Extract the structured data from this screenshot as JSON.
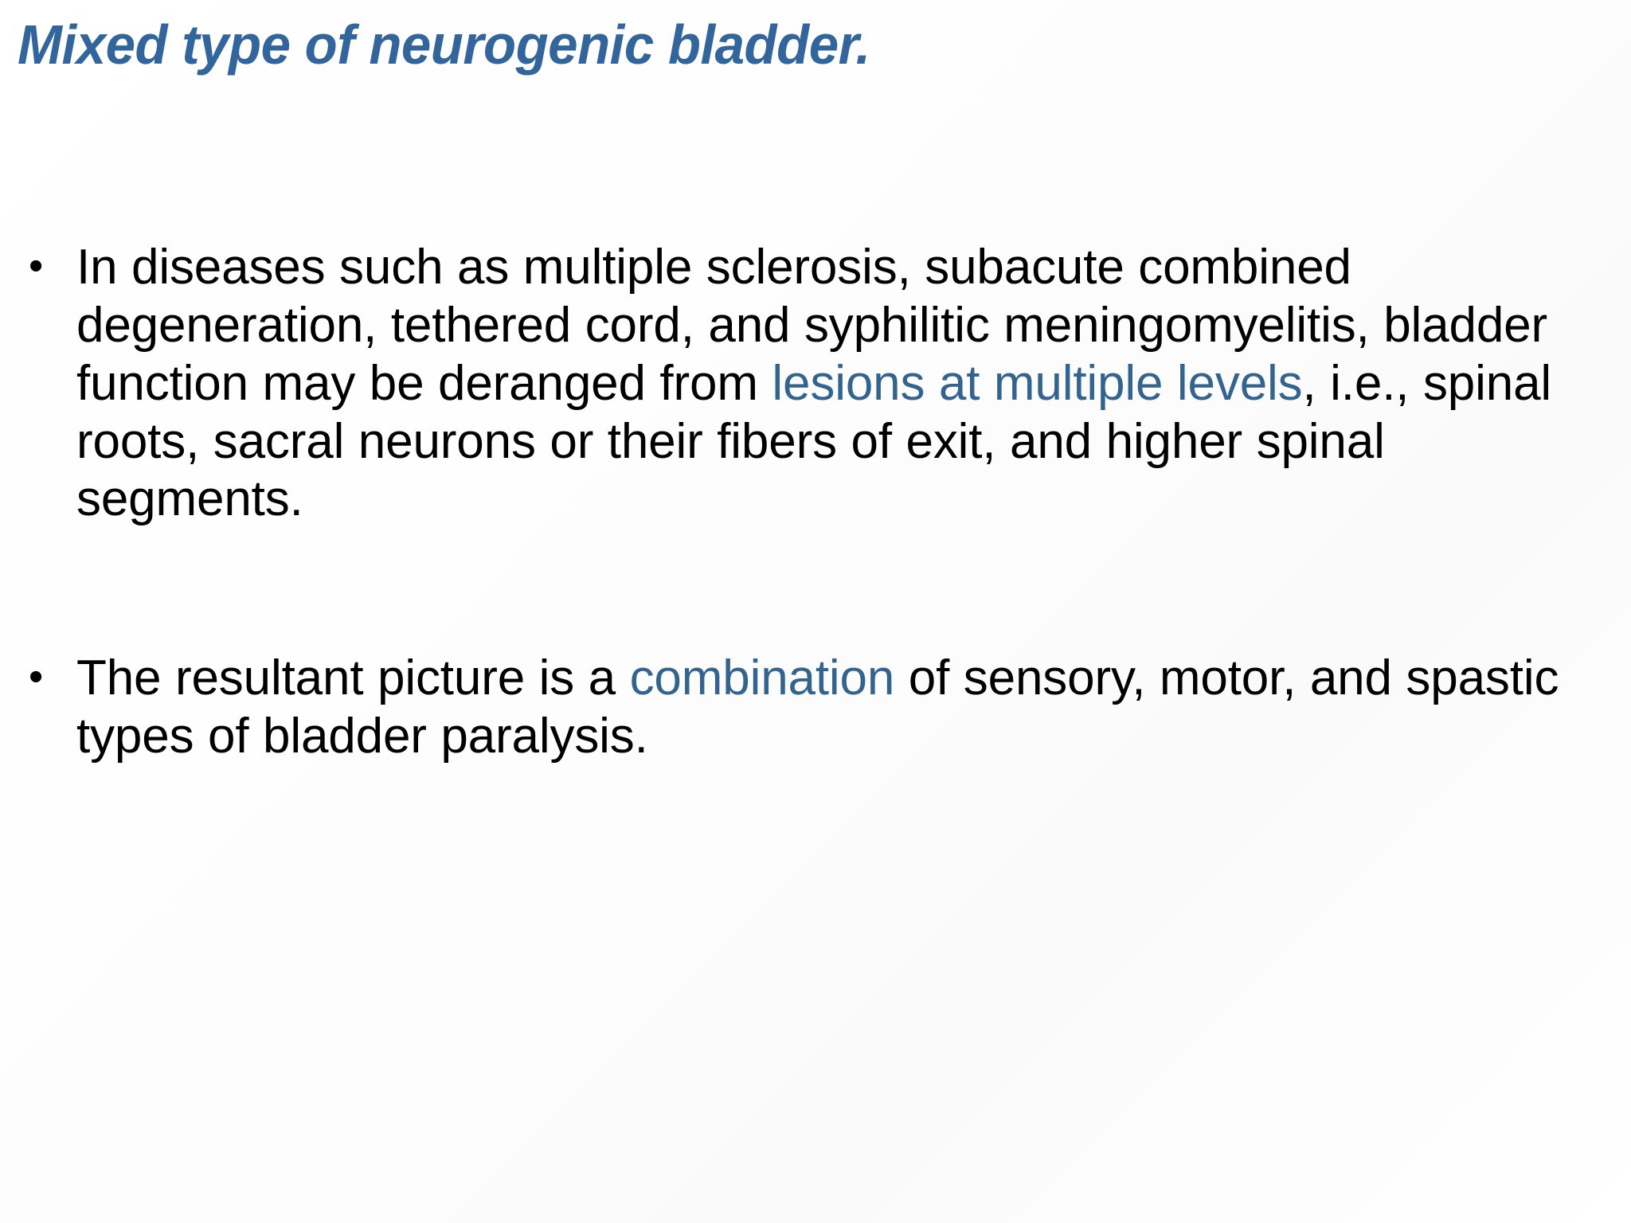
{
  "slide": {
    "title": "Mixed type of neurogenic bladder.",
    "title_color": "#31659C",
    "body_color": "#000000",
    "highlight_color": "#33648F",
    "background_color": "#FFFFFF",
    "bullet_marker": "•",
    "bullets": [
      {
        "marker": "•",
        "segments": [
          {
            "text": "In diseases such as multiple sclerosis, subacute combined degeneration, tethered cord, and syphilitic meningomyelitis, bladder function may be deranged from ",
            "style": "normal"
          },
          {
            "text": "lesions at multiple levels",
            "style": "highlight"
          },
          {
            "text": ", i.e., spinal roots, sacral neurons or their fibers of exit, and higher spinal segments.",
            "style": "normal"
          }
        ],
        "plain_text": "In diseases such as multiple sclerosis, subacute combined degeneration, tethered cord, and syphilitic meningomyelitis, bladder function may be deranged from lesions at multiple levels, i.e., spinal roots, sacral neurons or their fibers of exit, and higher spinal segments."
      },
      {
        "marker": "•",
        "segments": [
          {
            "text": "The resultant picture is a ",
            "style": "normal"
          },
          {
            "text": "combination",
            "style": "highlight"
          },
          {
            "text": " of sensory, motor, and spastic types of bladder paralysis.",
            "style": "normal"
          }
        ],
        "plain_text": "The resultant picture is a combination of sensory, motor, and spastic types of bladder paralysis."
      }
    ]
  }
}
